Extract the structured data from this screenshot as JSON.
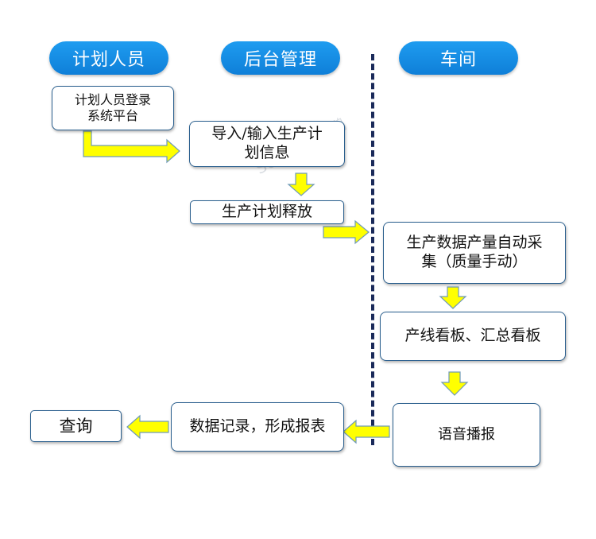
{
  "lanes": {
    "planner": "计划人员",
    "backend": "后台管理",
    "workshop": "车间"
  },
  "nodes": {
    "login": "计划人员登录\n系统平台",
    "import": "导入/输入生产计\n划信息",
    "release": "生产计划释放",
    "collect": "生产数据产量自动采\n集（质量手动）",
    "board": "产线看板、汇总看板",
    "voice": "语音播报",
    "record": "数据记录，形成报表",
    "query": "查询"
  },
  "watermark": "SUNSON讯鹏",
  "colors": {
    "lane_pill": "#1589e3",
    "arrow_fill": "#ffff00",
    "arrow_stroke": "#6f9ab8",
    "box_border": "#2a5f8e",
    "divider": "#1a2a5a"
  }
}
